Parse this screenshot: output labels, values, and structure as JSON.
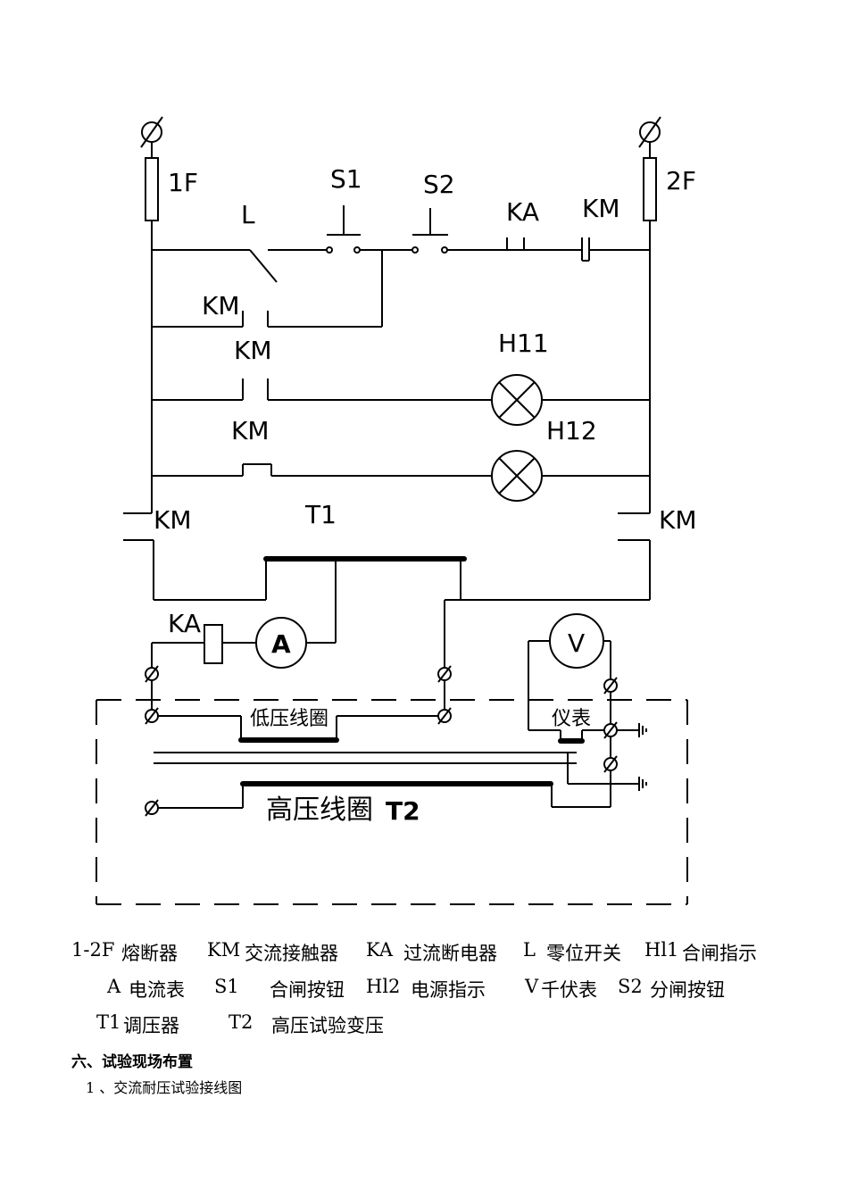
{
  "diagram": {
    "labels": {
      "f1": "1F",
      "f2": "2F",
      "s1": "S1",
      "s2": "S2",
      "l": "L",
      "ka_top": "KA",
      "km_top": "KM",
      "km_hold": "KM",
      "km_h11": "KM",
      "km_h12": "KM",
      "h11": "H11",
      "h12": "H12",
      "km_left": "KM",
      "km_right": "KM",
      "t1": "T1",
      "ka_coil": "KA",
      "ammeter": "A",
      "voltmeter": "V",
      "lv_coil": "低压线圈",
      "meter": "仪表",
      "hv_coil": "高压线圈",
      "t2": "T2"
    }
  },
  "legend": {
    "row1": [
      "1-2F",
      "熔断器",
      "KM",
      "交流接触器",
      "KA",
      "过流断电器",
      "L",
      "零位开关",
      "Hl1",
      "合闸指示"
    ],
    "row2": [
      "A",
      "电流表",
      "S1",
      "合闸按钮",
      "Hl2",
      "电源指示",
      "V",
      "千伏表",
      "S2",
      "分闸按钮"
    ],
    "row3": [
      "T1",
      "调压器",
      "T2",
      "高压试验变压"
    ]
  },
  "section_heading": "六、试验现场布置",
  "subheading": "1 、交流耐压试验接线图"
}
